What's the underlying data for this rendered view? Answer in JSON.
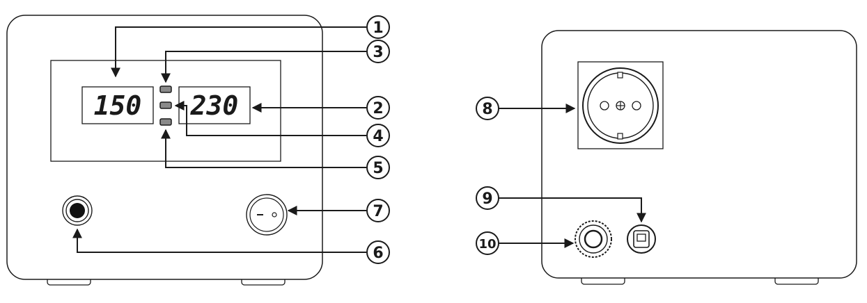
{
  "front_panel": {
    "display_left": "150",
    "display_right": "230"
  },
  "callouts": [
    {
      "id": "c1",
      "label": "1"
    },
    {
      "id": "c2",
      "label": "2"
    },
    {
      "id": "c3",
      "label": "3"
    },
    {
      "id": "c4",
      "label": "4"
    },
    {
      "id": "c5",
      "label": "5"
    },
    {
      "id": "c6",
      "label": "6"
    },
    {
      "id": "c7",
      "label": "7"
    },
    {
      "id": "c8",
      "label": "8"
    },
    {
      "id": "c9",
      "label": "9"
    },
    {
      "id": "c10",
      "label": "10"
    }
  ],
  "colors": {
    "stroke": "#1a1a1a",
    "led_fill": "#8a8a8a",
    "background": "#ffffff"
  }
}
